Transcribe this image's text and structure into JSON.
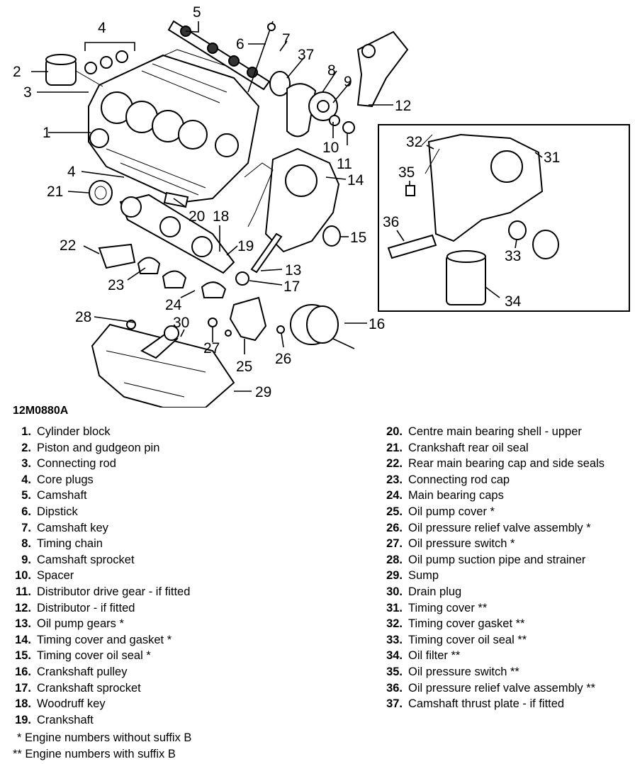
{
  "diagram": {
    "ref_code": "12M0880A",
    "callouts": [
      "1",
      "2",
      "3",
      "4",
      "4",
      "5",
      "6",
      "7",
      "8",
      "9",
      "10",
      "11",
      "12",
      "13",
      "14",
      "15",
      "16",
      "17",
      "18",
      "19",
      "20",
      "21",
      "22",
      "23",
      "24",
      "25",
      "26",
      "27",
      "28",
      "29",
      "30",
      "31",
      "32",
      "33",
      "34",
      "35",
      "36",
      "37"
    ]
  },
  "legend_left": [
    {
      "num": "1.",
      "label": "Cylinder block"
    },
    {
      "num": "2.",
      "label": "Piston and gudgeon pin"
    },
    {
      "num": "3.",
      "label": "Connecting rod"
    },
    {
      "num": "4.",
      "label": "Core plugs"
    },
    {
      "num": "5.",
      "label": "Camshaft"
    },
    {
      "num": "6.",
      "label": "Dipstick"
    },
    {
      "num": "7.",
      "label": "Camshaft key"
    },
    {
      "num": "8.",
      "label": "Timing chain"
    },
    {
      "num": "9.",
      "label": "Camshaft sprocket"
    },
    {
      "num": "10.",
      "label": "Spacer"
    },
    {
      "num": "11.",
      "label": "Distributor drive gear - if fitted"
    },
    {
      "num": "12.",
      "label": "Distributor - if fitted"
    },
    {
      "num": "13.",
      "label": "Oil pump gears *"
    },
    {
      "num": "14.",
      "label": "Timing cover and gasket *"
    },
    {
      "num": "15.",
      "label": "Timing cover oil seal *"
    },
    {
      "num": "16.",
      "label": "Crankshaft pulley"
    },
    {
      "num": "17.",
      "label": "Crankshaft sprocket"
    },
    {
      "num": "18.",
      "label": "Woodruff key"
    },
    {
      "num": "19.",
      "label": "Crankshaft"
    }
  ],
  "legend_right": [
    {
      "num": "20.",
      "label": "Centre main bearing shell - upper"
    },
    {
      "num": "21.",
      "label": "Crankshaft rear oil seal"
    },
    {
      "num": "22.",
      "label": "Rear main bearing cap and side seals"
    },
    {
      "num": "23.",
      "label": "Connecting rod cap"
    },
    {
      "num": "24.",
      "label": "Main bearing caps"
    },
    {
      "num": "25.",
      "label": "Oil pump cover *"
    },
    {
      "num": "26.",
      "label": "Oil pressure relief valve assembly *"
    },
    {
      "num": "27.",
      "label": "Oil pressure switch *"
    },
    {
      "num": "28.",
      "label": "Oil pump suction pipe and strainer"
    },
    {
      "num": "29.",
      "label": "Sump"
    },
    {
      "num": "30.",
      "label": "Drain plug"
    },
    {
      "num": "31.",
      "label": "Timing cover **"
    },
    {
      "num": "32.",
      "label": "Timing cover gasket **"
    },
    {
      "num": "33.",
      "label": "Timing cover oil seal **"
    },
    {
      "num": "34.",
      "label": "Oil filter **"
    },
    {
      "num": "35.",
      "label": "Oil pressure switch **"
    },
    {
      "num": "36.",
      "label": "Oil pressure relief valve assembly **"
    },
    {
      "num": "37.",
      "label": "Camshaft thrust plate - if fitted"
    }
  ],
  "notes": [
    "* Engine numbers without suffix B",
    "** Engine numbers with suffix B"
  ]
}
